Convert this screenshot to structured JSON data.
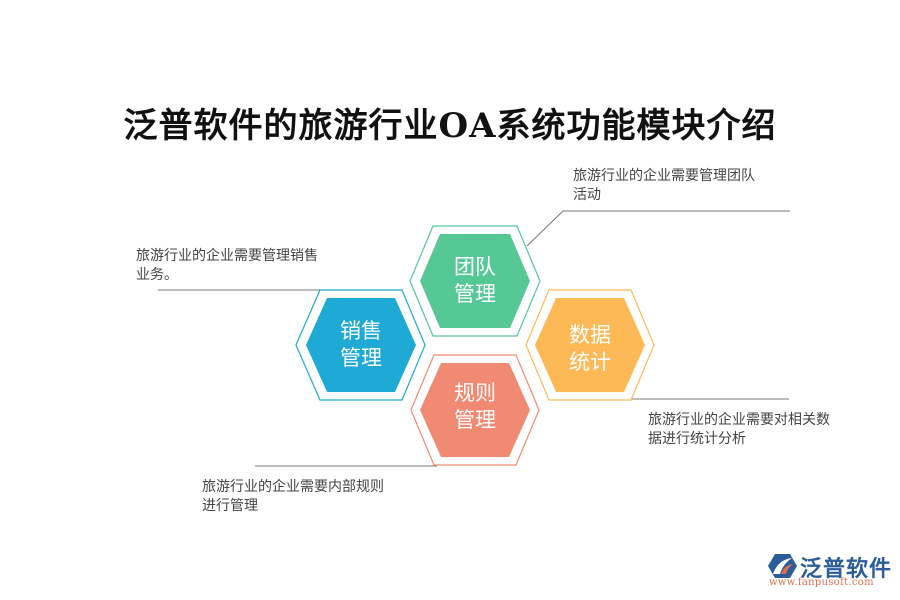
{
  "title": "泛普软件的旅游行业OA系统功能模块介绍",
  "colors": {
    "team": "#56c896",
    "sales": "#1fa9d5",
    "data": "#fdb955",
    "rules": "#f08a72",
    "connector": "#777777",
    "description_text": "#444444"
  },
  "modules": [
    {
      "id": "team",
      "line1": "团队",
      "line2": "管理",
      "description_line1": "旅游行业的企业需要管理团队",
      "description_line2": "活动"
    },
    {
      "id": "sales",
      "line1": "销售",
      "line2": "管理",
      "description_line1": "旅游行业的企业需要管理销售",
      "description_line2": "业务。"
    },
    {
      "id": "data",
      "line1": "数据",
      "line2": "统计",
      "description_line1": "旅游行业的企业需要对相关数",
      "description_line2": "据进行统计分析"
    },
    {
      "id": "rules",
      "line1": "规则",
      "line2": "管理",
      "description_line1": "旅游行业的企业需要内部规则",
      "description_line2": "进行管理"
    }
  ],
  "logo": {
    "name": "泛普软件",
    "url": "www.fanpusoft.com"
  }
}
